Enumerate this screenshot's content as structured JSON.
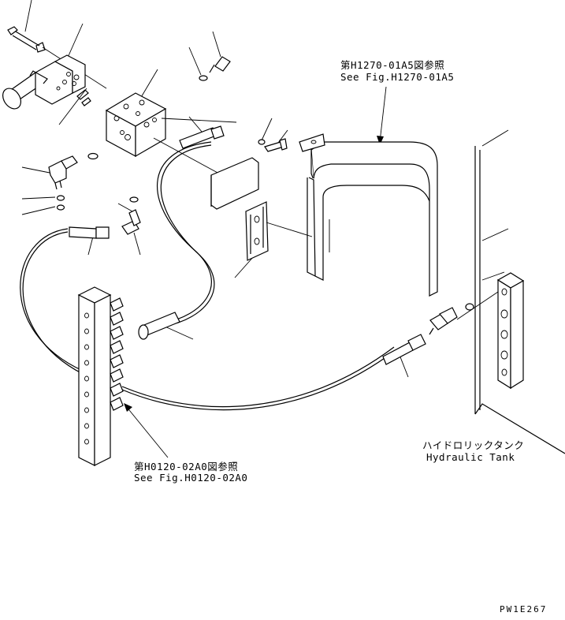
{
  "callouts": {
    "fig1_ja": "第H1270-01A5図参照",
    "fig1_en": "See Fig.H1270-01A5",
    "fig2_ja": "第H0120-02A0図参照",
    "fig2_en": "See Fig.H0120-02A0",
    "tank_ja": "ハイドロリックタンク",
    "tank_en": "Hydraulic Tank"
  },
  "drawing_code": "PW1E267"
}
